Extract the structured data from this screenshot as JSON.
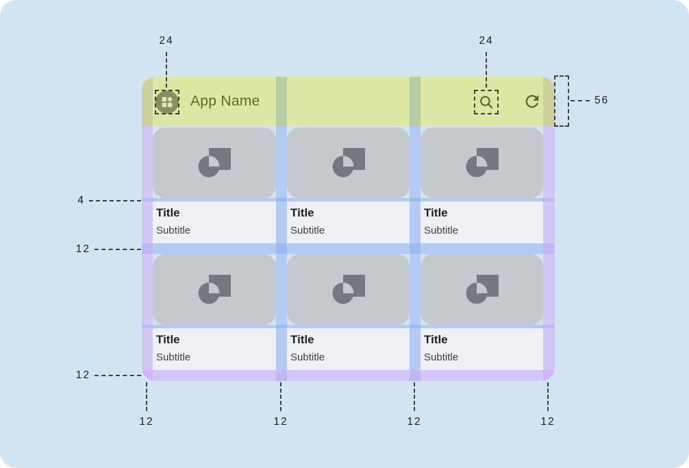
{
  "app_bar": {
    "title": "App Name",
    "leading_icon": "dashboard-icon",
    "action_icons": [
      "search-icon",
      "refresh-icon"
    ]
  },
  "cards": [
    {
      "title": "Title",
      "subtitle": "Subtitle"
    },
    {
      "title": "Title",
      "subtitle": "Subtitle"
    },
    {
      "title": "Title",
      "subtitle": "Subtitle"
    },
    {
      "title": "Title",
      "subtitle": "Subtitle"
    },
    {
      "title": "Title",
      "subtitle": "Subtitle"
    },
    {
      "title": "Title",
      "subtitle": "Subtitle"
    }
  ],
  "annotations": {
    "icon_size_left": "24",
    "icon_size_right": "24",
    "appbar_height": "56",
    "image_text_gap": "4",
    "row_gap": "12",
    "bottom_margin": "12",
    "bottom_labels": [
      "12",
      "12",
      "12",
      "12"
    ]
  },
  "colors": {
    "canvas_background": "#d2e3f2",
    "appbar_green": "#dde7a4",
    "appbar_margin_khaki": "#cdd09c",
    "appbar_gutter_sage": "#b7cda2",
    "olive_accent": "#5c672b",
    "card_image_gray": "#c5c9cd",
    "card_placeholder_gray": "#74797f",
    "card_text_background": "#eef0f6",
    "margin_overlay_purple": "rgba(210,157,250,0.42)",
    "gutter_overlay_blue": "rgba(124,157,240,0.36)"
  }
}
